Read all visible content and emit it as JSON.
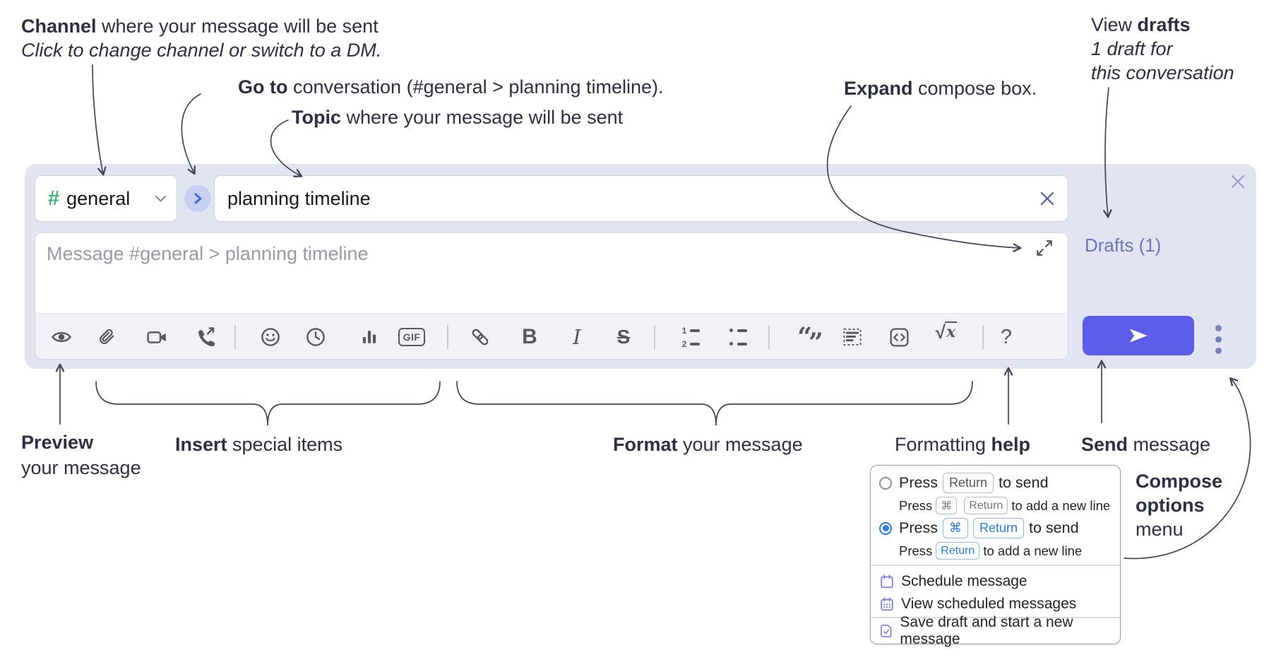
{
  "colors": {
    "compose_bg": "#e2e4f1",
    "send_button": "#5b5de8",
    "drafts_link": "#6b74b8",
    "channel_hash_green": "#45b577",
    "kbd_blue": "#2a7af2",
    "goto_chevron_blue": "#3e68e0"
  },
  "annotations": {
    "channel": {
      "bold": "Channel",
      "rest": " where your message will be sent",
      "line2": "Click to change channel or switch to a DM."
    },
    "goto": {
      "bold": "Go to",
      "rest": " conversation (#general > planning timeline)."
    },
    "topic": {
      "bold": "Topic",
      "rest": " where your message will be sent"
    },
    "expand": {
      "bold": "Expand",
      "rest": " compose box."
    },
    "view_drafts": {
      "pre": "View ",
      "bold": "drafts",
      "line2": "1 draft for",
      "line3": "this conversation"
    },
    "preview": {
      "bold": "Preview",
      "line2": "your message"
    },
    "insert": {
      "bold": "Insert",
      "rest": " special items"
    },
    "format": {
      "bold": "Format",
      "rest": " your message"
    },
    "formatting_help": {
      "pre": "Formatting ",
      "bold": "help"
    },
    "send": {
      "bold": "Send",
      "rest": " message"
    },
    "compose_options": {
      "line1": "Compose",
      "line2": "options",
      "line3": "menu"
    }
  },
  "compose_box": {
    "channel": {
      "hash": "#",
      "name": "general"
    },
    "topic_input": {
      "value": "planning timeline"
    },
    "message_input": {
      "placeholder": "Message #general > planning timeline"
    },
    "drafts_link": "Drafts (1)",
    "toolbar": {
      "gif": "GIF",
      "bold": "B",
      "italic": "I",
      "strike": "S",
      "quote_open": "“",
      "quote_close": "”",
      "math_root": "√",
      "math_x": "x",
      "help": "?",
      "ol1": "1",
      "ol2": "2"
    }
  },
  "popup_menu": {
    "press": "Press",
    "return_key": "Return",
    "cmd_key": "⌘",
    "to_send": "to send",
    "to_add_line": "to add a new line",
    "items": [
      "Schedule message",
      "View scheduled messages",
      "Save draft and start a new message"
    ]
  }
}
